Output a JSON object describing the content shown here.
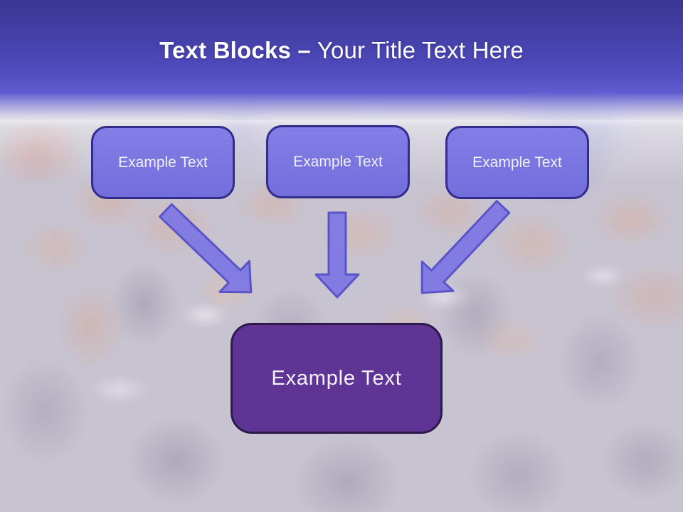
{
  "slide": {
    "title": {
      "bold": "Text Blocks –",
      "regular": "Your Title Text Here"
    },
    "blocks": [
      {
        "label": "Example Text"
      },
      {
        "label": "Example Text"
      },
      {
        "label": "Example Text"
      }
    ],
    "result": {
      "label": "Example Text"
    },
    "colors": {
      "header_top": "#3B3796",
      "header_bottom": "#5F5BD0",
      "block_fill": "#7B74E0",
      "block_border": "#322D8D",
      "arrow_fill": "#7E78E3",
      "arrow_border": "#5B54C9",
      "result_fill": "#5E3495",
      "result_border": "#2C1A4D",
      "title_text": "#FFFFFF"
    }
  }
}
